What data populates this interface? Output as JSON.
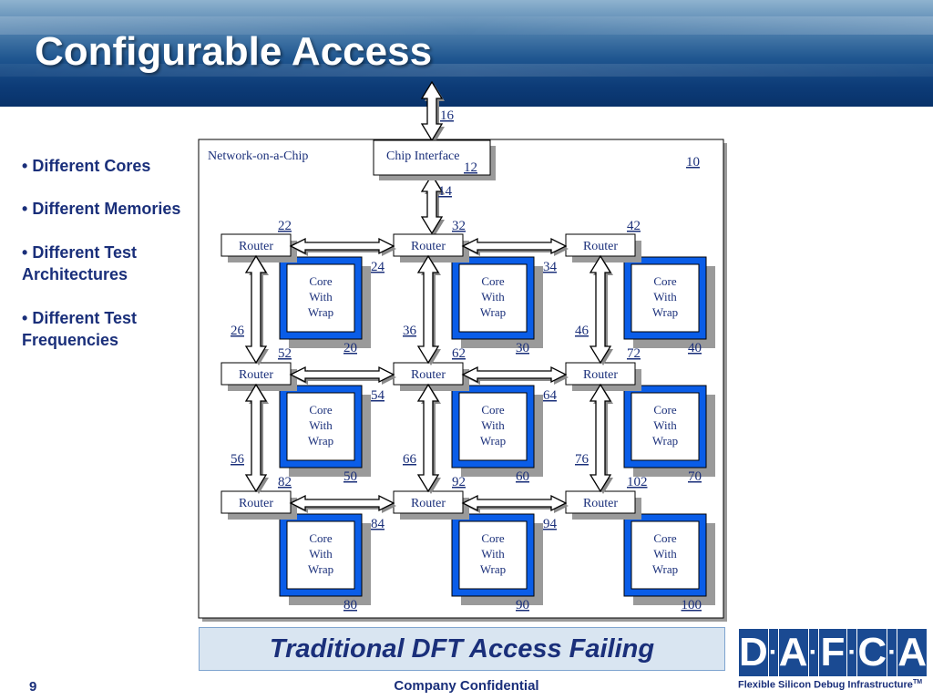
{
  "title": "Configurable Access",
  "bullets": [
    "Different Cores",
    "Different Memories",
    "Different Test Architectures",
    "Different Test Frequencies"
  ],
  "bullet_mark": "•",
  "diagram": {
    "noc_label": "Network-on-a-Chip",
    "chip_interface_label": "Chip Interface",
    "router_label": "Router",
    "core_lines": [
      "Core",
      "With",
      "Wrap"
    ],
    "refs": {
      "io": "16",
      "chip_interface": "12",
      "noc": "10",
      "ci_link": "14",
      "routers": [
        [
          "22",
          "32",
          "42"
        ],
        [
          "52",
          "62",
          "72"
        ],
        [
          "82",
          "92",
          "102"
        ]
      ],
      "h_links": [
        [
          "24",
          "34"
        ],
        [
          "54",
          "64"
        ],
        [
          "84",
          "94"
        ]
      ],
      "v_links": [
        [
          "26",
          "36",
          "46"
        ],
        [
          "56",
          "66",
          "76"
        ]
      ],
      "cores": [
        [
          "20",
          "30",
          "40"
        ],
        [
          "50",
          "60",
          "70"
        ],
        [
          "80",
          "90",
          "100"
        ]
      ]
    }
  },
  "banner": "Traditional DFT Access Failing",
  "page_number": "9",
  "footer": "Company Confidential",
  "logo": {
    "letters": [
      "D",
      "A",
      "F",
      "C",
      "A"
    ],
    "dot": "·",
    "tagline": "Flexible Silicon Debug Infrastructure",
    "trademark": "TM"
  },
  "colors": {
    "core_blue": "#0a5de8",
    "text_navy": "#1a2f7a",
    "banner_bg": "#d9e5f1",
    "logo_blue": "#1a4a92"
  }
}
